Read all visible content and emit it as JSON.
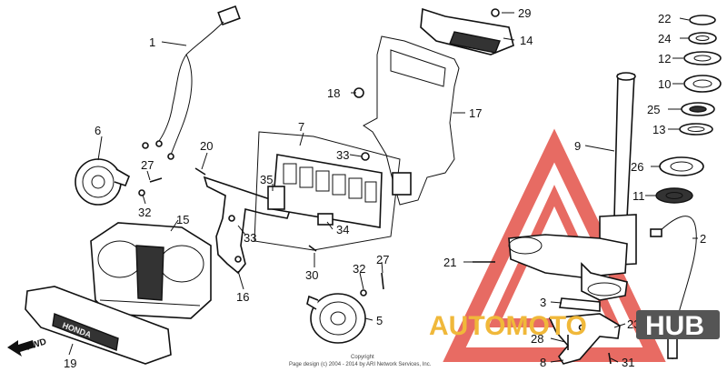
{
  "diagram": {
    "callouts": [
      "1",
      "2",
      "3",
      "5",
      "6",
      "7",
      "8",
      "9",
      "10",
      "11",
      "12",
      "13",
      "14",
      "15",
      "16",
      "17",
      "18",
      "19",
      "20",
      "21",
      "22",
      "23",
      "24",
      "25",
      "26",
      "27",
      "27",
      "28",
      "29",
      "30",
      "31",
      "32",
      "32",
      "33",
      "33",
      "34",
      "35"
    ],
    "fwd_label": "FWD",
    "brand_label": "HONDA",
    "copyright_line1": "Copyright",
    "copyright_line2": "Page design (c) 2004 - 2014 by ARI Network Services, Inc.",
    "watermark_left": "AUTOMOTO",
    "watermark_right": "HUB"
  },
  "colors": {
    "ink": "#111111",
    "watermark_red": "#e03a2f",
    "watermark_yellow": "#f0b83a",
    "watermark_gray": "#555555"
  }
}
